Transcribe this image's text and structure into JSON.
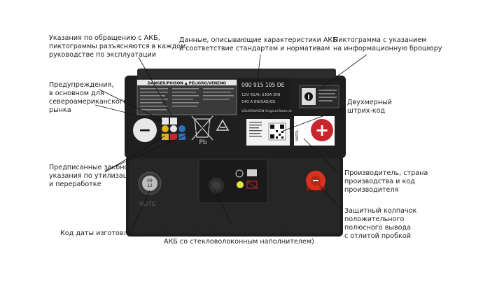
{
  "labels": {
    "handling": "Указания по обращению с АКБ,\nпиктограммы разъясняются в каждом\nруководстве по эксплуатации",
    "specs": "Данные, описывающие характеристики АКБ\nи соответствие стандартам и нормативам",
    "brochure": "Пиктограмма с указанием\nна информационную брошюру",
    "warnings": "Предупреждения,\nв основном для\nсевероамериканского\nрынка",
    "barcode": "Двухмерный\nштрих-код",
    "disposal": "Предписанные законом\nуказания по утилизации\nи переработке",
    "manufacturer": "Производитель, страна\nпроизводства и код\nпроизводителя",
    "cap": "Защитный колпачок\nположительного\nполюсного вывода\nс отлитой пробкой",
    "date_code": "Код даты изготовления",
    "electrolyte": "Индикатор уровня электролита (кроме\nАКБ со стекловолоконным наполнителем)"
  },
  "battery": {
    "warning_strip": "DANGER/POISON ▲ PELIGRO/VENENO",
    "part_number": "000 915 105 DE",
    "rating_line1": "12V 61Ah 330A DIN",
    "rating_line2": "540 A EN/SAE/GS",
    "brand_line": "VOLKSWAGEN Original Batterie",
    "lead_symbol": "Pb",
    "varta": "VARTA",
    "date_dial": "09\n12",
    "side_marking": "VL/TG",
    "minus": "−",
    "plus": "+"
  },
  "colors": {
    "case": "#1d1d1d",
    "top": "#2a2a2a",
    "plus_red": "#c8262c",
    "cap_red": "#d8321e",
    "leader": "#111111"
  }
}
